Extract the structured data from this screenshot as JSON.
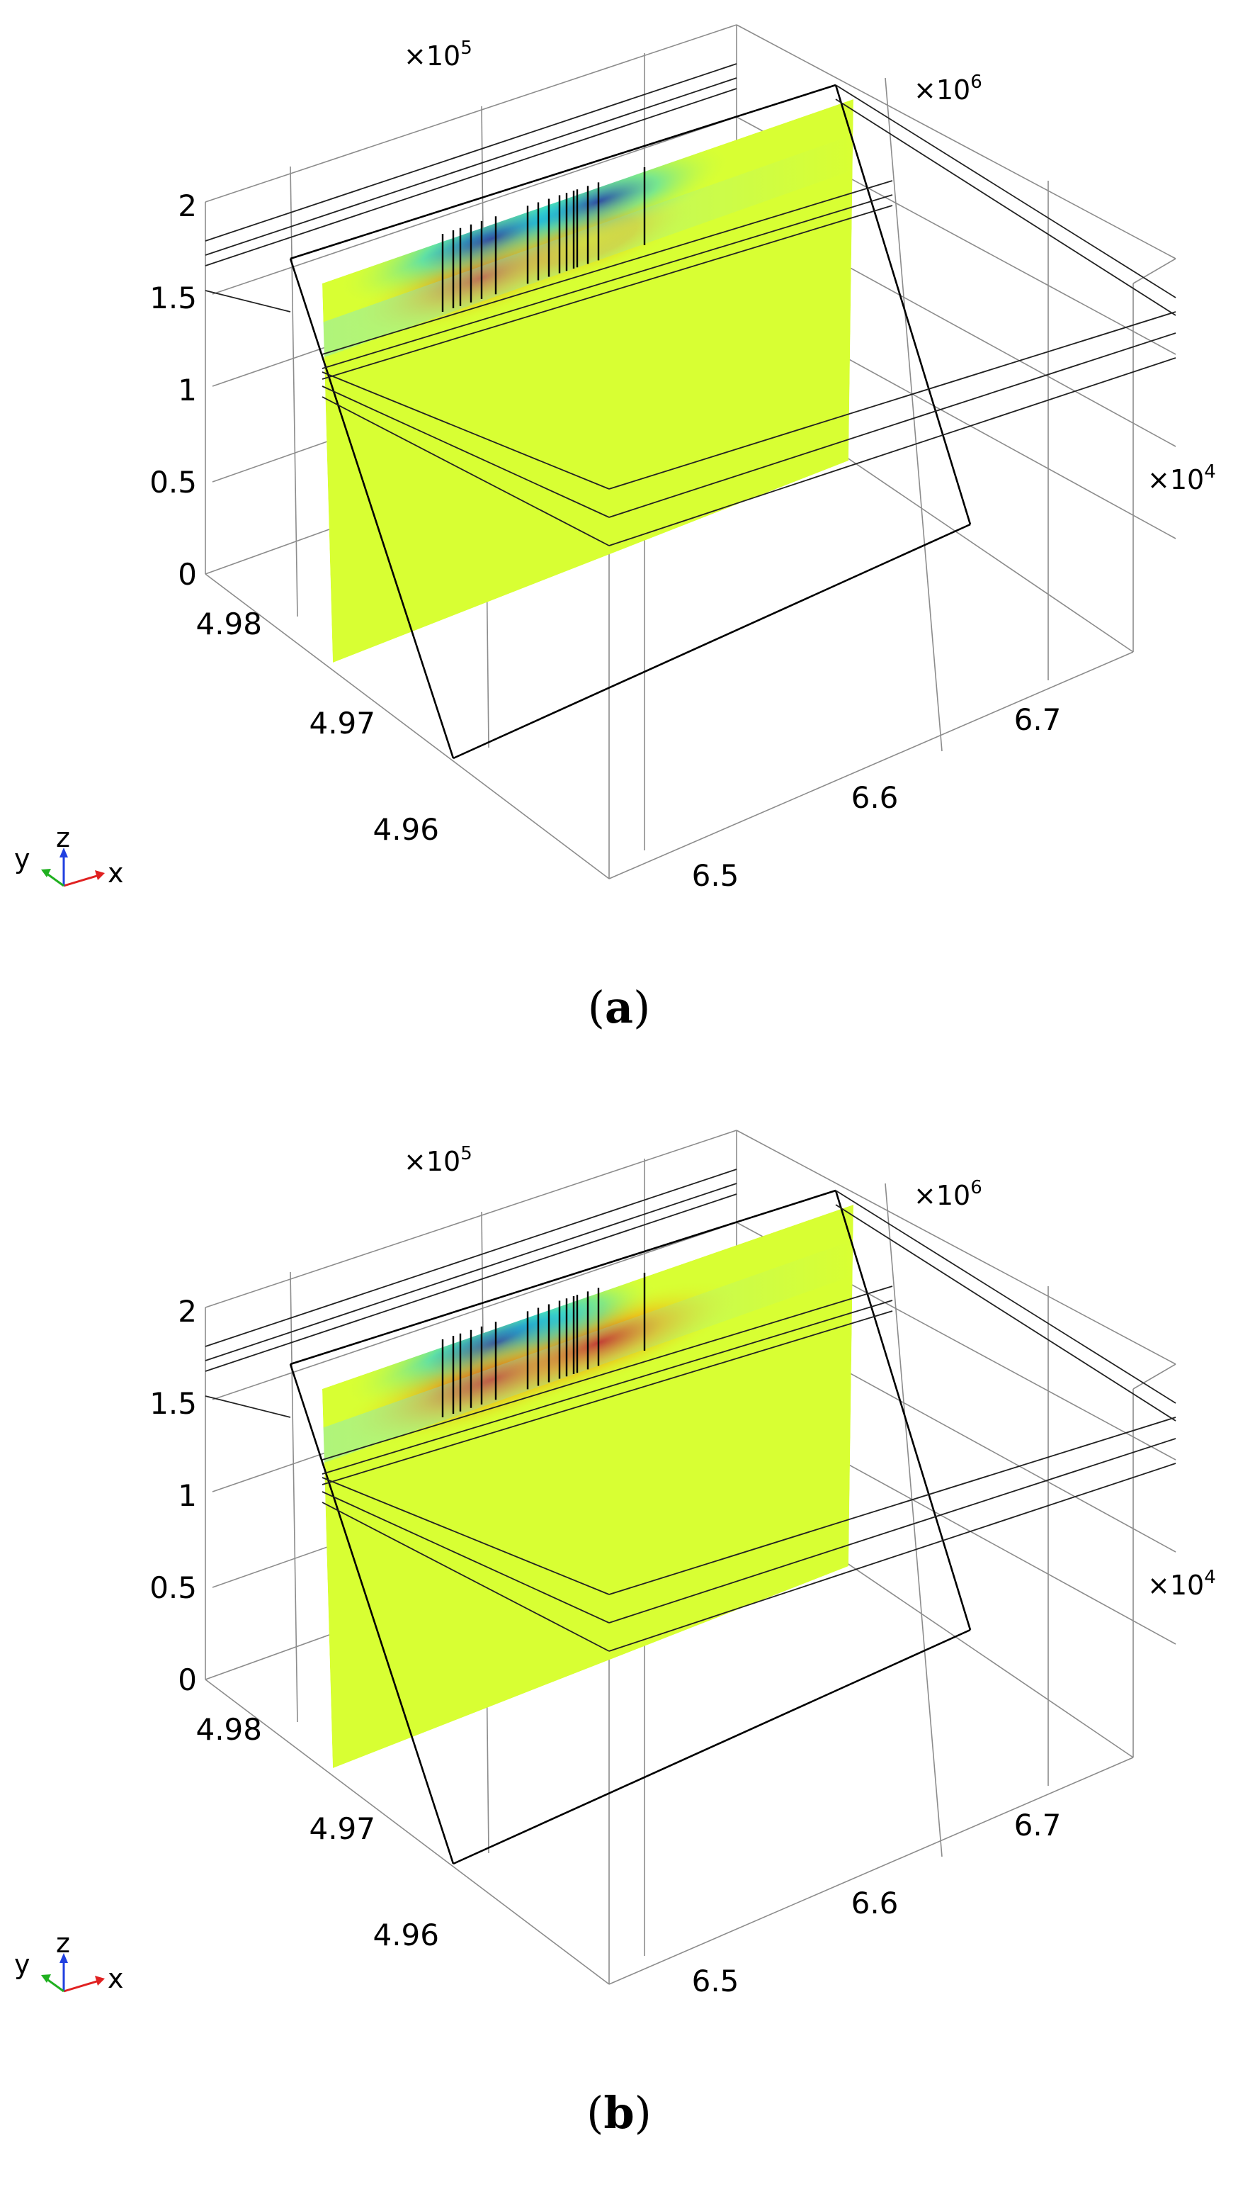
{
  "figure": {
    "panels": [
      {
        "id": "a",
        "caption_label": "a"
      },
      {
        "id": "b",
        "caption_label": "b"
      }
    ]
  },
  "chart_data": [
    {
      "type": "heatmap",
      "panel": "a",
      "axes": {
        "x": {
          "name": "x",
          "multiplier": "×10",
          "multiplier_exp": "5",
          "ticks": [
            "6.5",
            "6.6",
            "6.7"
          ]
        },
        "y": {
          "name": "y",
          "multiplier": "×10",
          "multiplier_exp": "6",
          "ticks": [
            "4.96",
            "4.97",
            "4.98"
          ]
        },
        "z": {
          "name": "z",
          "multiplier": "×10",
          "multiplier_exp": "4",
          "ticks": [
            "0",
            "0.5",
            "1",
            "1.5",
            "2"
          ]
        }
      },
      "background_color": "#d8ff33",
      "anomalies": [
        {
          "kind": "negative",
          "color": "#0a1fb8",
          "x_frac": 0.32,
          "strength": 1.0
        },
        {
          "kind": "negative",
          "color": "#0a1fb8",
          "x_frac": 0.52,
          "strength": 0.8
        },
        {
          "kind": "positive",
          "color": "#e02010",
          "x_frac": 0.3,
          "strength": 0.8
        },
        {
          "kind": "positive",
          "color": "#ffcc00",
          "x_frac": 0.5,
          "strength": 0.6
        }
      ]
    },
    {
      "type": "heatmap",
      "panel": "b",
      "axes": {
        "x": {
          "name": "x",
          "multiplier": "×10",
          "multiplier_exp": "5",
          "ticks": [
            "6.5",
            "6.6",
            "6.7"
          ]
        },
        "y": {
          "name": "y",
          "multiplier": "×10",
          "multiplier_exp": "6",
          "ticks": [
            "4.96",
            "4.97",
            "4.98"
          ]
        },
        "z": {
          "name": "z",
          "multiplier": "×10",
          "multiplier_exp": "4",
          "ticks": [
            "0",
            "0.5",
            "1",
            "1.5",
            "2"
          ]
        }
      },
      "background_color": "#d8ff33",
      "anomalies": [
        {
          "kind": "negative",
          "color": "#0a1fb8",
          "x_frac": 0.33,
          "strength": 1.0
        },
        {
          "kind": "positive",
          "color": "#d80000",
          "x_frac": 0.32,
          "strength": 1.0
        },
        {
          "kind": "positive",
          "color": "#d80000",
          "x_frac": 0.52,
          "strength": 0.9
        },
        {
          "kind": "negative",
          "color": "#00b4ff",
          "x_frac": 0.45,
          "strength": 0.5
        }
      ]
    }
  ],
  "triad": {
    "labels": {
      "x": "x",
      "y": "y",
      "z": "z"
    },
    "colors": {
      "x": "#e02020",
      "y": "#20b020",
      "z": "#2040e0"
    }
  }
}
